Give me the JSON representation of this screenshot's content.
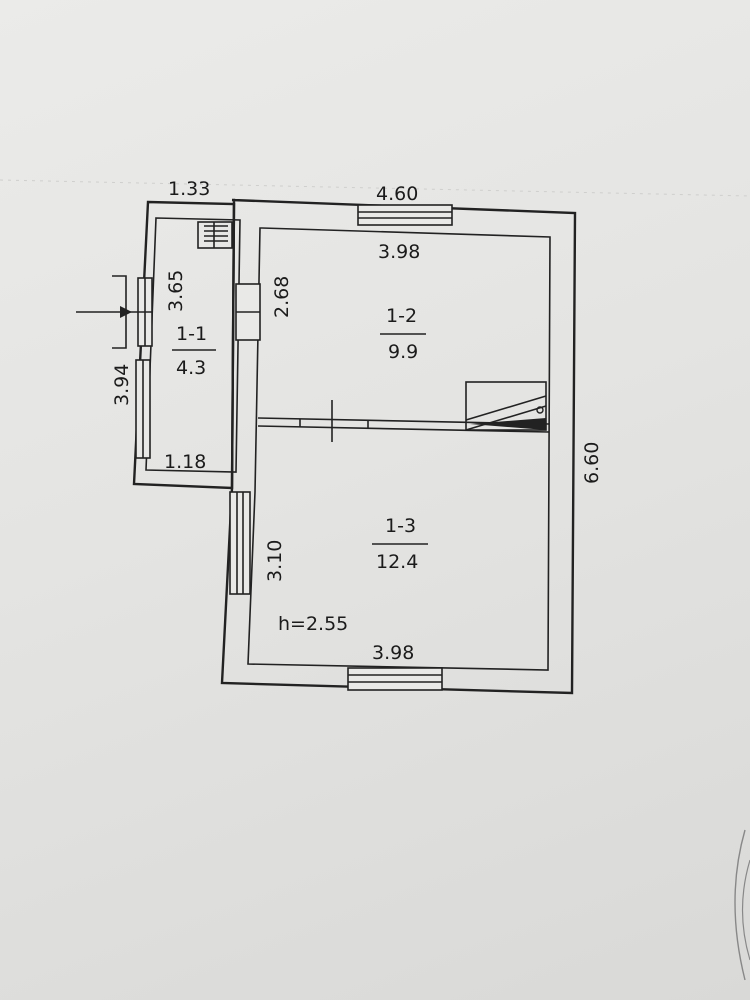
{
  "plan": {
    "dimensions": {
      "top_left_width": "1.33",
      "top_outer_width": "4.60",
      "room_1_2_width": "3.98",
      "room_1_1_height": "3.65",
      "room_1_2_height": "2.68",
      "left_outer_height": "3.94",
      "room_1_1_bottom_width": "1.18",
      "room_1_3_height": "3.10",
      "ceiling_height": "h=2.55",
      "room_1_3_width": "3.98",
      "right_outer_height": "6.60"
    },
    "rooms": [
      {
        "id": "1-1",
        "area": "4.3"
      },
      {
        "id": "1-2",
        "area": "9.9"
      },
      {
        "id": "1-3",
        "area": "12.4"
      }
    ]
  }
}
